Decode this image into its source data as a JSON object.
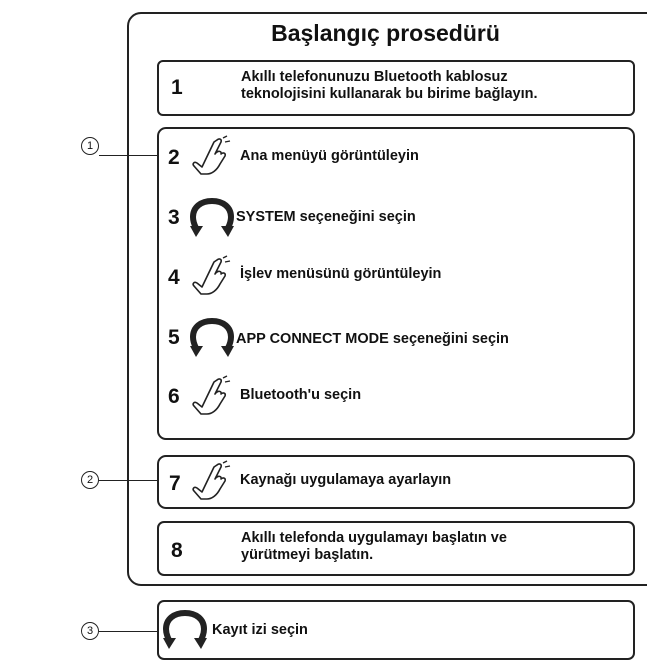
{
  "title": "Başlangıç prosedürü",
  "steps": {
    "s1": {
      "num": "1",
      "line1": "Akıllı telefonunuzu Bluetooth kablosuz",
      "line2": "teknolojisini kullanarak bu birime bağlayın."
    },
    "s2": {
      "num": "2",
      "icon": "finger-press-icon",
      "text": "Ana menüyü görüntüleyin"
    },
    "s3": {
      "num": "3",
      "icon": "rotary-knob-icon",
      "strong": "SYSTEM",
      "text": " seçeneğini seçin"
    },
    "s4": {
      "num": "4",
      "icon": "finger-press-icon",
      "text": "İşlev menüsünü görüntüleyin"
    },
    "s5": {
      "num": "5",
      "icon": "rotary-knob-icon",
      "strong": "APP CONNECT MODE",
      "text": " seçeneğini seçin"
    },
    "s6": {
      "num": "6",
      "icon": "finger-press-icon",
      "text": "Bluetooth'u seçin"
    },
    "s7": {
      "num": "7",
      "icon": "finger-press-icon",
      "text": "Kaynağı uygulamaya ayarlayın"
    },
    "s8": {
      "num": "8",
      "line1": "Akıllı telefonda uygulamayı başlatın ve",
      "line2": "yürütmeyi başlatın."
    },
    "s9": {
      "icon": "rotary-knob-icon",
      "text": "Kayıt izi seçin"
    }
  },
  "callouts": {
    "c1": "1",
    "c2": "2",
    "c3": "3"
  }
}
